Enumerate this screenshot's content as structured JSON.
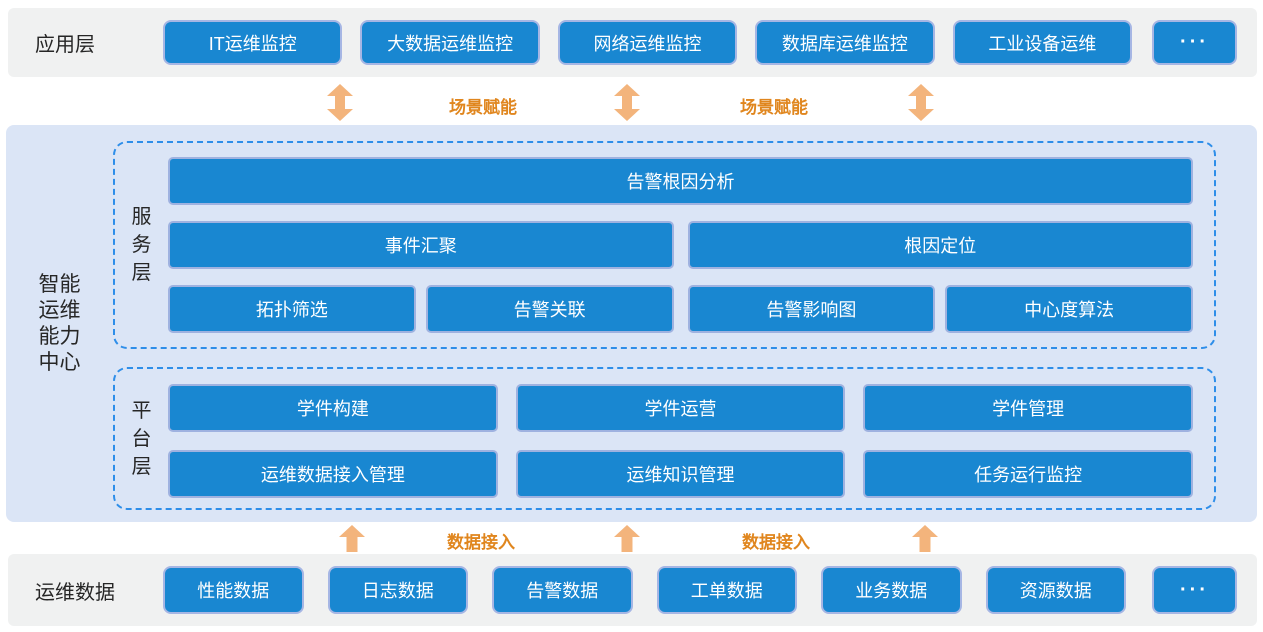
{
  "colors": {
    "box_blue": "#1987d1",
    "box_border": "#a6b6e4",
    "bar_background": "#f0f1f1",
    "center_background": "#dbe5f6",
    "dashed_border": "#2e8ee9",
    "arrow_orange": "#f3b47c",
    "flow_label_orange": "#e0861e",
    "dark_text": "#262626",
    "box_text": "#ffffff"
  },
  "app_layer": {
    "label": "应用层",
    "boxes": [
      "IT运维监控",
      "大数据运维监控",
      "网络运维监控",
      "数据库运维监控",
      "工业设备运维"
    ],
    "more": "···"
  },
  "scene_links": {
    "labels": [
      "场景赋能",
      "场景赋能"
    ]
  },
  "capability_center": {
    "label_lines": [
      "智能",
      "运维",
      "能力",
      "中心"
    ],
    "service_layer": {
      "label_chars": [
        "服",
        "务",
        "层"
      ],
      "row1": [
        "告警根因分析"
      ],
      "row2": [
        "事件汇聚",
        "根因定位"
      ],
      "row3": [
        "拓扑筛选",
        "告警关联",
        "告警影响图",
        "中心度算法"
      ]
    },
    "platform_layer": {
      "label_chars": [
        "平",
        "台",
        "层"
      ],
      "row1": [
        "学件构建",
        "学件运营",
        "学件管理"
      ],
      "row2": [
        "运维数据接入管理",
        "运维知识管理",
        "任务运行监控"
      ]
    }
  },
  "data_links": {
    "labels": [
      "数据接入",
      "数据接入"
    ]
  },
  "data_layer": {
    "label": "运维数据",
    "boxes": [
      "性能数据",
      "日志数据",
      "告警数据",
      "工单数据",
      "业务数据",
      "资源数据"
    ],
    "more": "···"
  }
}
